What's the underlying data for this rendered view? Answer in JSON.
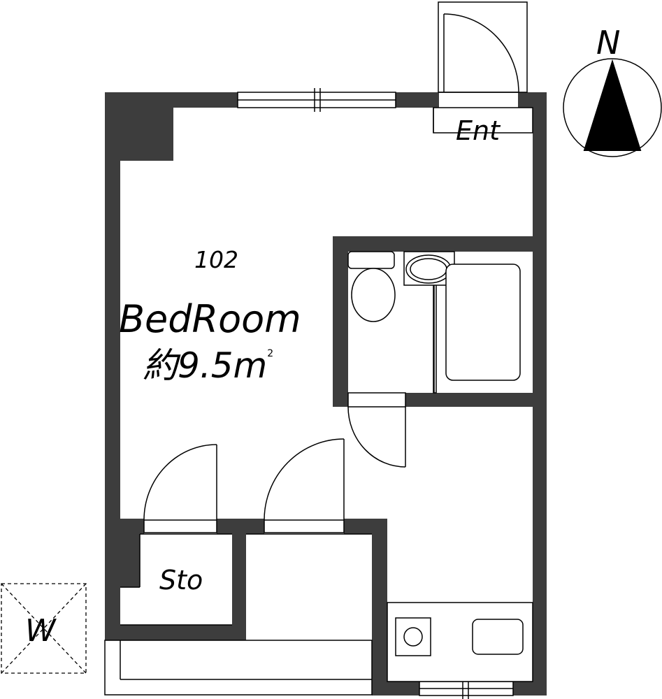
{
  "unit": {
    "number": "102",
    "room_name": "BedRoom",
    "area_prefix": "約",
    "area_value": "9.5",
    "area_unit": "m",
    "area_unit_sup": "2"
  },
  "rooms": {
    "entrance": "Ent",
    "storage": "Sto"
  },
  "compass": {
    "north": "N"
  },
  "markers": {
    "washer": "W"
  },
  "colors": {
    "wall": "#3d3d3d",
    "line": "#000000",
    "background": "#ffffff"
  }
}
